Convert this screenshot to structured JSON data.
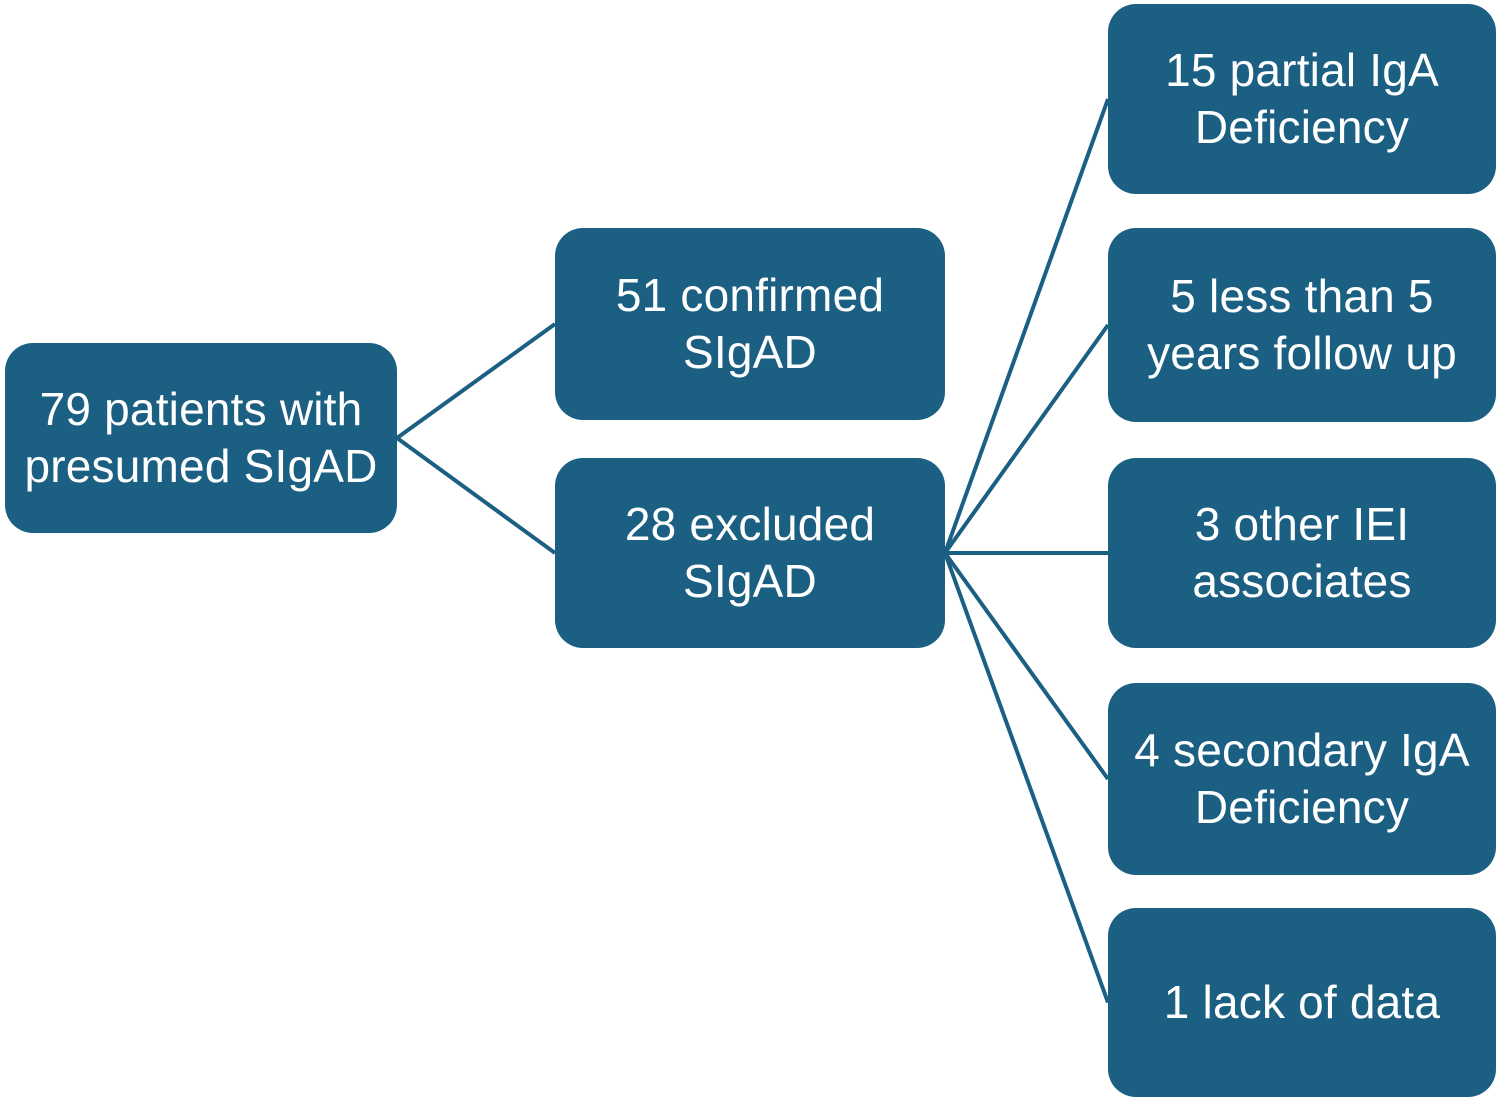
{
  "figure": {
    "type": "flow-diagram"
  },
  "colors": {
    "box_fill": "#1b5f82",
    "text": "#ffffff",
    "connector": "#1b5f82",
    "background": "#ffffff"
  },
  "connector_stroke_width": 4,
  "nodes": [
    {
      "id": "root",
      "label": "79 patients with\npresumed SIgAD"
    },
    {
      "id": "confirmed",
      "label": "51 confirmed\nSIgAD"
    },
    {
      "id": "excluded",
      "label": "28 excluded\nSIgAD"
    },
    {
      "id": "r1",
      "label": "15 partial IgA\nDeficiency"
    },
    {
      "id": "r2",
      "label": "5 less than 5\nyears follow up"
    },
    {
      "id": "r3",
      "label": "3 other IEI\nassociates"
    },
    {
      "id": "r4",
      "label": "4 secondary IgA\nDeficiency"
    },
    {
      "id": "r5",
      "label": "1 lack of data"
    }
  ],
  "connections": [
    {
      "from": "root",
      "to": "confirmed"
    },
    {
      "from": "root",
      "to": "excluded"
    },
    {
      "from": "excluded",
      "to": "r1"
    },
    {
      "from": "excluded",
      "to": "r2"
    },
    {
      "from": "excluded",
      "to": "r3"
    },
    {
      "from": "excluded",
      "to": "r4"
    },
    {
      "from": "excluded",
      "to": "r5"
    }
  ]
}
